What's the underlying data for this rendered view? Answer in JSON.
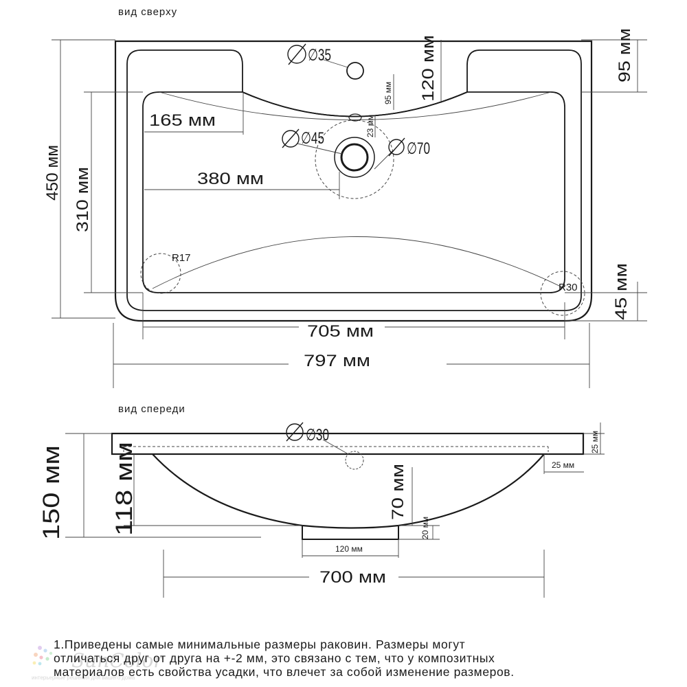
{
  "top_view": {
    "title": "вид сверху",
    "dims": {
      "d35": "∅35",
      "d45": "∅45",
      "d70": "∅70",
      "mm165": "165 мм",
      "mm380": "380 мм",
      "mm450": "450 мм",
      "mm310": "310 мм",
      "mm120": "120 мм",
      "mm95_small": "95 мм",
      "mm95": "95 мм",
      "mm23": "23 мм",
      "mm45": "45 мм",
      "r17": "R17",
      "r30": "R30",
      "mm705": "705 мм",
      "mm797": "797 мм"
    }
  },
  "front_view": {
    "title": "вид спереди",
    "dims": {
      "d30": "∅30",
      "mm150": "150 мм",
      "mm118": "118 мм",
      "mm70": "70 мм",
      "mm20": "20 мм",
      "mm25_v": "25 мм",
      "mm25_h": "25 мм",
      "mm120": "120 мм",
      "mm700": "700 мм"
    }
  },
  "note": {
    "line1": "1.Приведены самые минимальные размеры раковин. Размеры могут",
    "line2": "отличаться друг от друга на +-2 мм, это связано с тем, что у композитных",
    "line3": "материалов есть свойства усадки, что влечет за собой изменение размеров."
  },
  "watermark": {
    "brand": "SunColor",
    "tagline": "интерьерные решения для вашего дома"
  },
  "colors": {
    "line": "#1a1a1a",
    "thin_line": "#444444"
  }
}
